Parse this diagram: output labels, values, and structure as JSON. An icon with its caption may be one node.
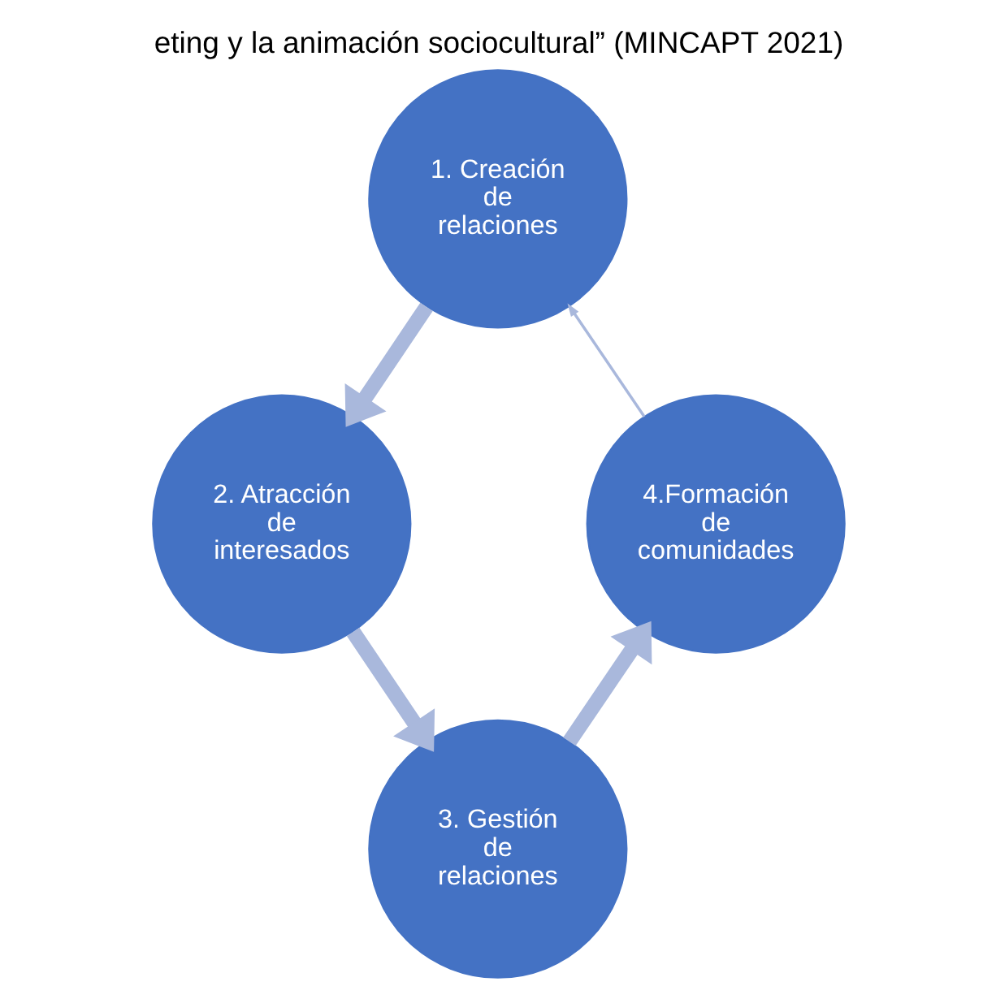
{
  "diagram": {
    "title": "eting y la animación sociocultural” (MINCAPT 2021)",
    "nodes": [
      {
        "text": [
          "1. Creación de relaciones"
        ]
      },
      {
        "text": [
          "2. Atracción de interesados"
        ]
      },
      {
        "text": [
          "3. Gestión de relaciones"
        ]
      },
      {
        "text": [
          "4.Formación de comunidades"
        ]
      }
    ],
    "edges": [
      {
        "from": 0,
        "to": 1,
        "arrow": "to"
      },
      {
        "from": 1,
        "to": 2,
        "arrow": "to"
      },
      {
        "from": 2,
        "to": 3,
        "arrow": "to"
      },
      {
        "from": 3,
        "to": 0,
        "arrow": "to"
      }
    ]
  }
}
